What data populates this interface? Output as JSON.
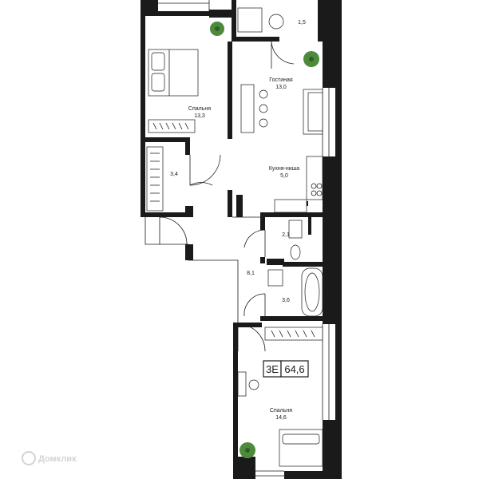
{
  "rooms": {
    "bedroom_top": {
      "name": "Спальня",
      "area": "13,3"
    },
    "balcony": {
      "area": "1,5"
    },
    "living": {
      "name": "Гостиная",
      "area": "13,0"
    },
    "closet": {
      "area": "3,4"
    },
    "kitchen": {
      "name": "Кухня-ниша",
      "area": "5,0"
    },
    "wc": {
      "area": "2,1"
    },
    "hall": {
      "area": "8,1"
    },
    "bath": {
      "area": "3,6"
    },
    "bedroom_bottom": {
      "name": "Спальня",
      "area": "14,6"
    }
  },
  "badge": {
    "type": "3Е",
    "total_area": "64,6"
  },
  "watermark": {
    "text": "Домклик"
  }
}
